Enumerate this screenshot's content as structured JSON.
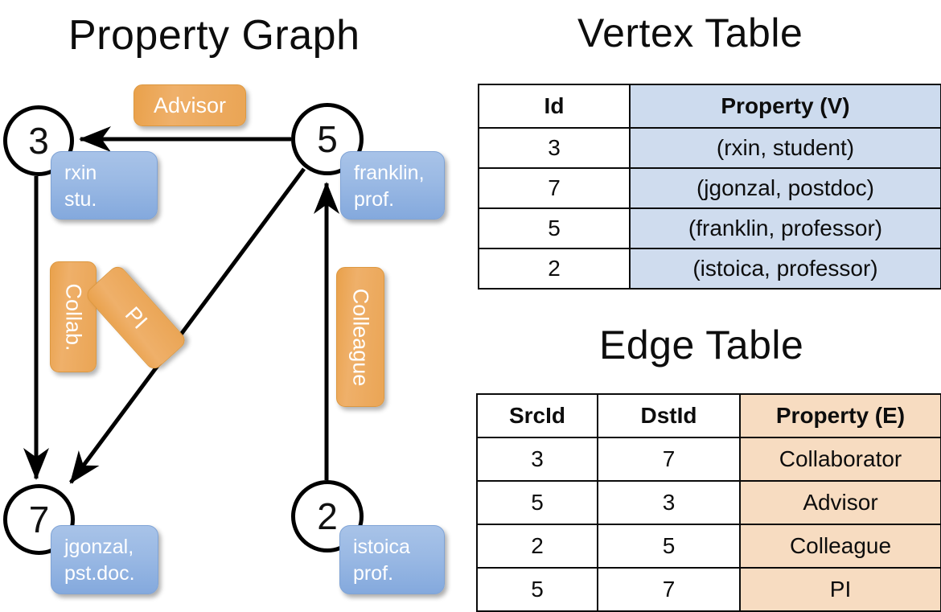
{
  "titles": {
    "graph": "Property Graph",
    "vertex_table": "Vertex Table",
    "edge_table": "Edge Table"
  },
  "graph": {
    "nodes": [
      {
        "id": "3",
        "property_lines": [
          "rxin",
          "stu."
        ]
      },
      {
        "id": "5",
        "property_lines": [
          "franklin,",
          "prof."
        ]
      },
      {
        "id": "7",
        "property_lines": [
          "jgonzal,",
          "pst.doc."
        ]
      },
      {
        "id": "2",
        "property_lines": [
          "istoica",
          "prof."
        ]
      }
    ],
    "edge_labels": [
      {
        "name": "advisor",
        "text": "Advisor"
      },
      {
        "name": "collaborator",
        "text": "Collab."
      },
      {
        "name": "pi",
        "text": "PI"
      },
      {
        "name": "colleague",
        "text": "Colleague"
      }
    ],
    "edges": [
      {
        "src": "5",
        "dst": "3",
        "label": "Advisor"
      },
      {
        "src": "3",
        "dst": "7",
        "label": "Collab."
      },
      {
        "src": "5",
        "dst": "7",
        "label": "PI"
      },
      {
        "src": "2",
        "dst": "5",
        "label": "Colleague"
      }
    ]
  },
  "vertex_table": {
    "headers": [
      "Id",
      "Property (V)"
    ],
    "rows": [
      {
        "id": "3",
        "property": "(rxin, student)"
      },
      {
        "id": "7",
        "property": "(jgonzal, postdoc)"
      },
      {
        "id": "5",
        "property": "(franklin, professor)"
      },
      {
        "id": "2",
        "property": "(istoica, professor)"
      }
    ]
  },
  "edge_table": {
    "headers": [
      "SrcId",
      "DstId",
      "Property (E)"
    ],
    "rows": [
      {
        "src": "3",
        "dst": "7",
        "property": "Collaborator"
      },
      {
        "src": "5",
        "dst": "3",
        "property": "Advisor"
      },
      {
        "src": "2",
        "dst": "5",
        "property": "Colleague"
      },
      {
        "src": "5",
        "dst": "7",
        "property": "PI"
      }
    ]
  },
  "colors": {
    "vertex_property_fill": "#cfdcee",
    "edge_property_fill": "#f7dcc1",
    "node_property_box": "#9ab9e4",
    "edge_label_box": "#eaa555",
    "stroke": "#000000",
    "background": "#ffffff"
  }
}
